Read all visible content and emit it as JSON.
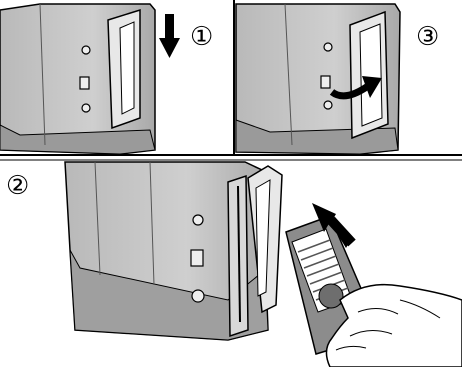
{
  "steps": [
    {
      "number": "①"
    },
    {
      "number": "②"
    },
    {
      "number": "③"
    }
  ],
  "colors": {
    "body": "#c8c8c8",
    "body_dark": "#8a8a8a",
    "outline": "#000000",
    "door": "#e6e6e6",
    "card": "#9a9a9a",
    "arrow": "#000000",
    "background": "#ffffff"
  },
  "icons": {
    "step1_arrow": "arrow-down-icon",
    "step2_arrow": "arrow-up-left-icon",
    "step3_arrow": "curved-arrow-icon",
    "card": "memory-card-icon"
  }
}
